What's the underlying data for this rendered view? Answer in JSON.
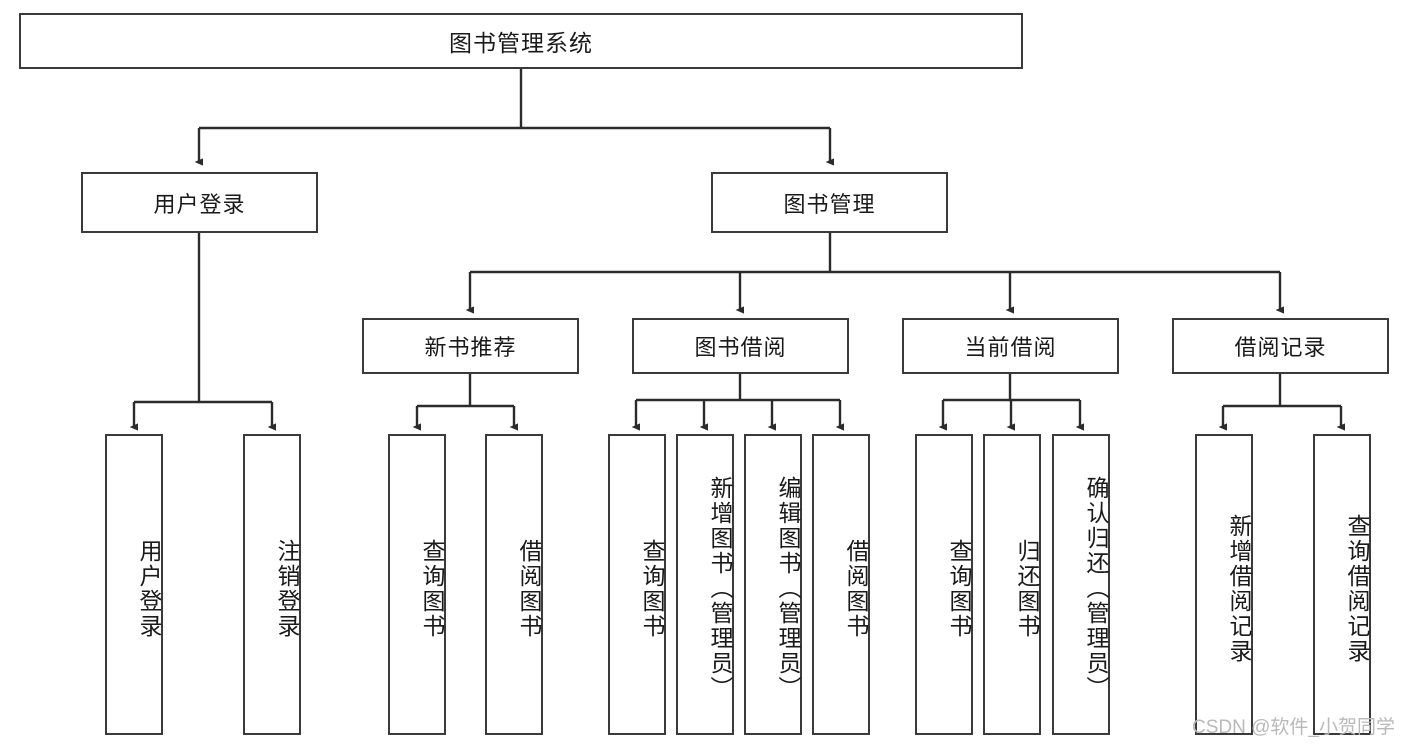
{
  "diagram": {
    "title": "图书管理系统",
    "type": "hierarchy-tree",
    "watermark": "CSDN @软件_小贺同学",
    "colors": {
      "box_border": "#3a3a3c",
      "box_fill": "#ffffff",
      "edge": "#2b2b2b",
      "text": "#1a1a1a",
      "watermark": "#b9b9b9"
    },
    "levels": {
      "root": {
        "label": "图书管理系统"
      },
      "level2": [
        {
          "id": "user-login",
          "label": "用户登录"
        },
        {
          "id": "book-manage",
          "label": "图书管理"
        }
      ],
      "level3": [
        {
          "id": "new-book-recommend",
          "label": "新书推荐",
          "parent": "book-manage"
        },
        {
          "id": "book-borrow",
          "label": "图书借阅",
          "parent": "book-manage"
        },
        {
          "id": "current-borrow",
          "label": "当前借阅",
          "parent": "book-manage"
        },
        {
          "id": "borrow-record",
          "label": "借阅记录",
          "parent": "book-manage"
        }
      ],
      "leaves": [
        {
          "id": "leaf-user-login",
          "label": "用户登录",
          "parent": "user-login"
        },
        {
          "id": "leaf-logout",
          "label": "注销登录",
          "parent": "user-login"
        },
        {
          "id": "leaf-query-book-1",
          "label": "查询图书",
          "parent": "new-book-recommend"
        },
        {
          "id": "leaf-borrow-book-1",
          "label": "借阅图书",
          "parent": "new-book-recommend"
        },
        {
          "id": "leaf-query-book-2",
          "label": "查询图书",
          "parent": "book-borrow"
        },
        {
          "id": "leaf-add-book",
          "label": "新增图书（管理员）",
          "parent": "book-borrow"
        },
        {
          "id": "leaf-edit-book",
          "label": "编辑图书（管理员）",
          "parent": "book-borrow"
        },
        {
          "id": "leaf-borrow-book-2",
          "label": "借阅图书",
          "parent": "book-borrow"
        },
        {
          "id": "leaf-query-book-3",
          "label": "查询图书",
          "parent": "current-borrow"
        },
        {
          "id": "leaf-return-book",
          "label": "归还图书",
          "parent": "current-borrow"
        },
        {
          "id": "leaf-confirm-return",
          "label": "确认归还（管理员）",
          "parent": "current-borrow"
        },
        {
          "id": "leaf-add-record",
          "label": "新增借阅记录",
          "parent": "borrow-record"
        },
        {
          "id": "leaf-query-record",
          "label": "查询借阅记录",
          "parent": "borrow-record"
        }
      ]
    }
  }
}
